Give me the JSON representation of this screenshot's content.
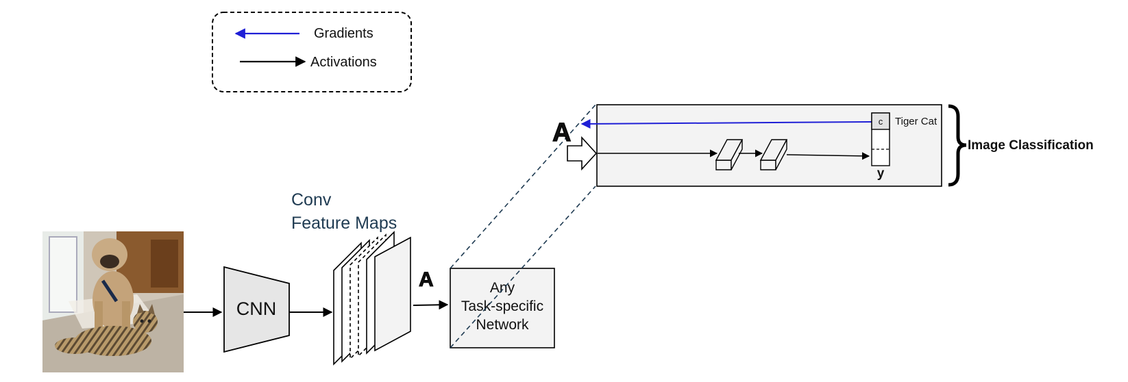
{
  "legend": {
    "gradients_label": "Gradients",
    "activations_label": "Activations"
  },
  "colors": {
    "gradient_arrow": "#1f1fd6",
    "activation_arrow": "#000000",
    "conv_label": "#1f3b52",
    "box_fill": "#f3f3f3",
    "cnn_fill": "#e6e6e6"
  },
  "input_image": {
    "description_icon": "dog-and-cat-photo-icon"
  },
  "cnn": {
    "label": "CNN"
  },
  "feature_maps": {
    "line1": "Conv",
    "line2": "Feature Maps"
  },
  "activation_symbol": "A",
  "task_network": {
    "line1": "Any",
    "line2": "Task-specific",
    "line3": "Network"
  },
  "classification": {
    "activation_symbol": "A",
    "output_class_cell": "c",
    "output_class_name": "Tiger Cat",
    "output_label": "y",
    "bracket_label": "Image Classification"
  }
}
